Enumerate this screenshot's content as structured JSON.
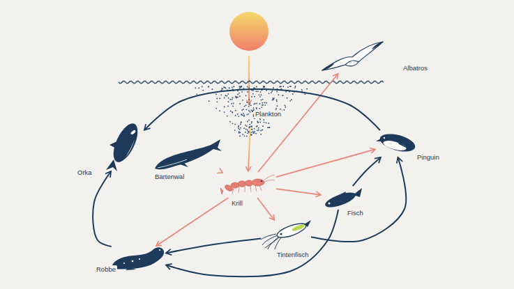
{
  "diagram": {
    "nodes": [
      {
        "text": [
          "Plankton"
        ]
      },
      {
        "text": [
          "Albatros"
        ]
      },
      {
        "text": [
          "Orka"
        ]
      },
      {
        "text": [
          "Bartenwal"
        ]
      },
      {
        "text": [
          "Pinguin"
        ]
      },
      {
        "text": [
          "Krill"
        ]
      },
      {
        "text": [
          "Fisch"
        ]
      },
      {
        "text": [
          "Tintenfisch"
        ]
      },
      {
        "text": [
          "Robbe"
        ]
      }
    ],
    "edges": [
      {
        "from": 0,
        "to": 5,
        "arrow": "to"
      },
      {
        "from": 5,
        "to": 1,
        "arrow": "to"
      },
      {
        "from": 5,
        "to": 3,
        "arrow": "to"
      },
      {
        "from": 5,
        "to": 4,
        "arrow": "to"
      },
      {
        "from": 5,
        "to": 6,
        "arrow": "to"
      },
      {
        "from": 5,
        "to": 7,
        "arrow": "to"
      },
      {
        "from": 5,
        "to": 8,
        "arrow": "to"
      },
      {
        "from": 4,
        "to": 2,
        "arrow": "to"
      },
      {
        "from": 6,
        "to": 4,
        "arrow": "to"
      },
      {
        "from": 7,
        "to": 4,
        "arrow": "to"
      },
      {
        "from": 7,
        "to": 8,
        "arrow": "to"
      },
      {
        "from": 6,
        "to": 8,
        "arrow": "to"
      },
      {
        "from": 8,
        "to": 2,
        "arrow": "to"
      }
    ]
  }
}
